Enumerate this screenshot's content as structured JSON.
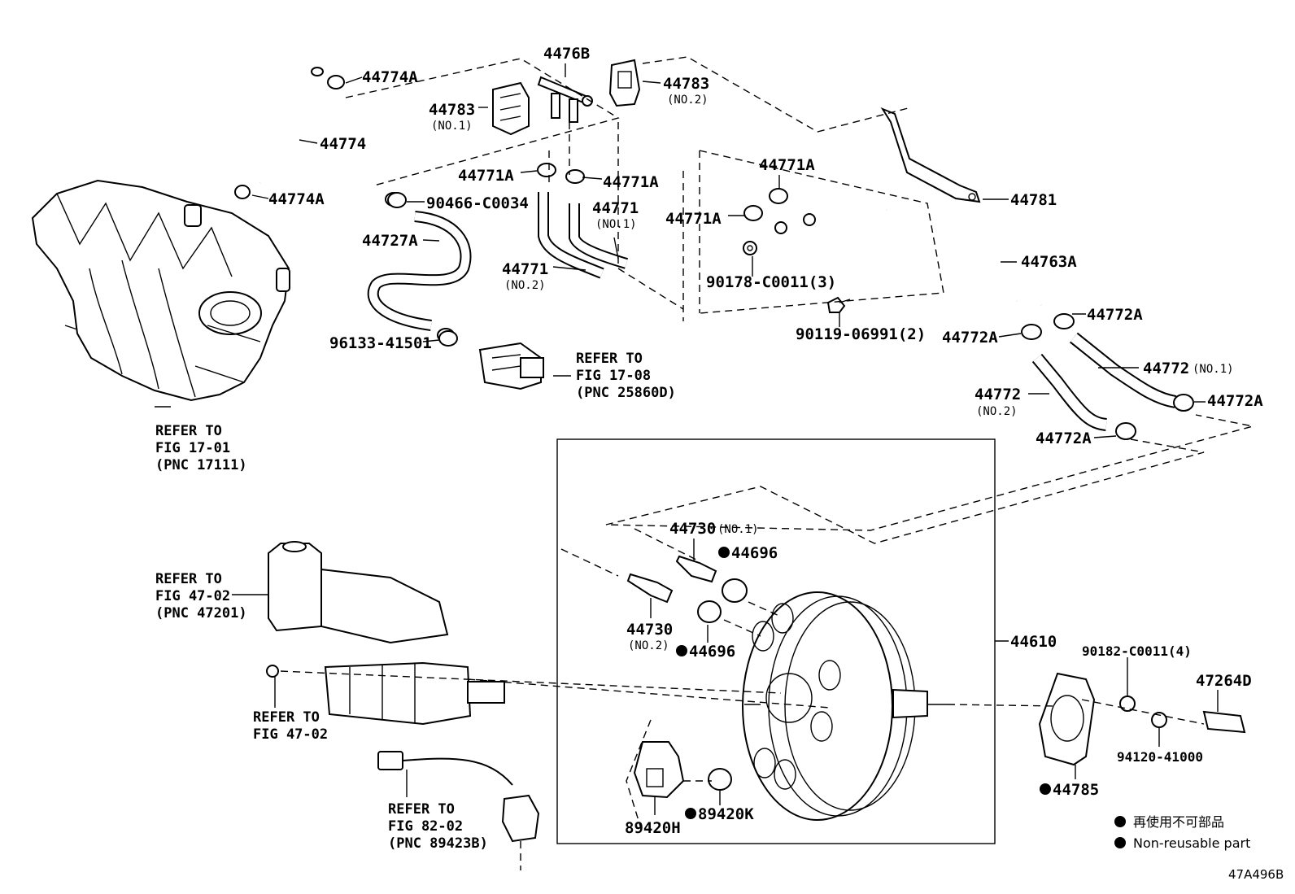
{
  "diagram": {
    "id_code": "47A496B",
    "labels": {
      "p44774A_top": "44774A",
      "p44774": "44774",
      "p44774A_low": "44774A",
      "p4476B": "4476B",
      "p44783_no1": "44783",
      "p44783_no1_sub": "(NO.1)",
      "p44783_no2": "44783",
      "p44783_no2_sub": "(NO.2)",
      "p44771A_l": "44771A",
      "p44771A_r": "44771A",
      "p90466": "90466-C0034",
      "p44771_no1": "44771",
      "p44771_no1_sub": "(NO.1)",
      "p44727A": "44727A",
      "p44771_no2": "44771",
      "p44771_no2_sub": "(NO.2)",
      "p96133": "96133-41501",
      "p44771A_c": "44771A",
      "p44771A_c2": "44771A",
      "p44781": "44781",
      "p44763A": "44763A",
      "p90178": "90178-C0011(3)",
      "p90119": "90119-06991(2)",
      "p44772A_1": "44772A",
      "p44772A_2": "44772A",
      "p44772_no1": "44772",
      "p44772_no1_sub": "(NO.1)",
      "p44772A_3": "44772A",
      "p44772_no2": "44772",
      "p44772_no2_sub": "(NO.2)",
      "p44772A_4": "44772A",
      "p44730_no1": "44730",
      "p44730_no1_sub": "(NO.1)",
      "p44696_a": "44696",
      "p44730_no2": "44730",
      "p44730_no2_sub": "(NO.2)",
      "p44696_b": "44696",
      "p44610": "44610",
      "p90182": "90182-C0011(4)",
      "p47264D": "47264D",
      "p94120": "94120-41000",
      "p44785": "44785",
      "p89420H": "89420H",
      "p89420K": "89420K"
    },
    "refs": {
      "r_17_01": [
        "REFER TO",
        "FIG 17-01",
        "(PNC 17111)"
      ],
      "r_17_08": [
        "REFER TO",
        "FIG 17-08",
        "(PNC 25860D)"
      ],
      "r_47_02a": [
        "REFER TO",
        "FIG 47-02",
        "(PNC 47201)"
      ],
      "r_47_02b": [
        "REFER TO",
        "FIG 47-02"
      ],
      "r_82_02": [
        "REFER TO",
        "FIG 82-02",
        "(PNC 89423B)"
      ]
    },
    "legend": {
      "jp": "再使用不可部品",
      "en": "Non-reusable part"
    }
  }
}
